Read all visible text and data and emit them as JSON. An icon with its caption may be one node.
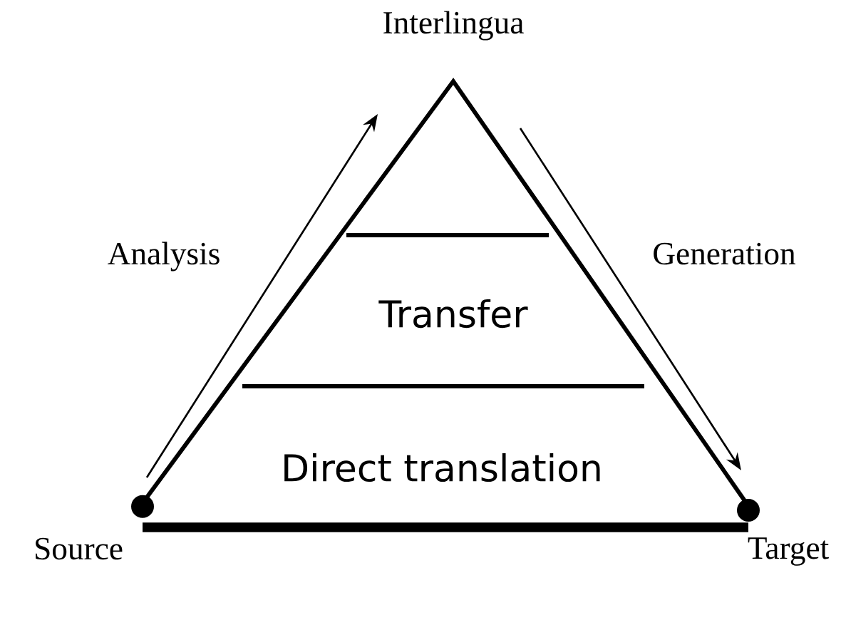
{
  "diagram": {
    "nodes": [
      {
        "text": [
          "Interlingua"
        ]
      },
      {
        "text": [
          "Transfer"
        ]
      },
      {
        "text": [
          "Direct translation"
        ]
      },
      {
        "text": [
          "Source"
        ]
      },
      {
        "text": [
          "Target"
        ]
      }
    ],
    "edges": [
      {
        "from": 3,
        "to": 0,
        "arrow": "to",
        "label": "Analysis"
      },
      {
        "from": 0,
        "to": 4,
        "arrow": "to",
        "label": "Generation"
      },
      {
        "from": 3,
        "to": 4,
        "arrow": "other",
        "style": "thick"
      }
    ]
  }
}
